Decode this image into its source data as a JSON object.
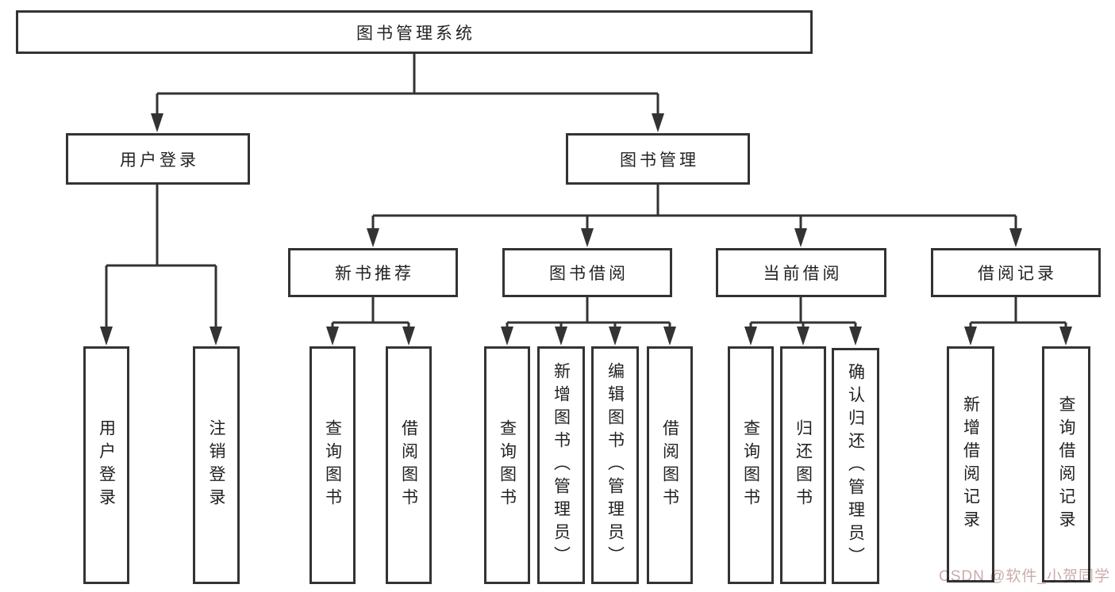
{
  "diagram": {
    "root": {
      "label": "图书管理系统"
    },
    "branches": [
      {
        "label": "用户登录",
        "children": [
          {
            "label": "用户登录"
          },
          {
            "label": "注销登录"
          }
        ]
      },
      {
        "label": "图书管理",
        "groups": [
          {
            "label": "新书推荐",
            "children": [
              {
                "label": "查询图书"
              },
              {
                "label": "借阅图书"
              }
            ]
          },
          {
            "label": "图书借阅",
            "children": [
              {
                "label": "查询图书"
              },
              {
                "label": "新增图书（管理员）"
              },
              {
                "label": "编辑图书（管理员）"
              },
              {
                "label": "借阅图书"
              }
            ]
          },
          {
            "label": "当前借阅",
            "children": [
              {
                "label": "查询图书"
              },
              {
                "label": "归还图书"
              },
              {
                "label": "确认归还（管理员）"
              }
            ]
          },
          {
            "label": "借阅记录",
            "children": [
              {
                "label": "新增借阅记录"
              },
              {
                "label": "查询借阅记录"
              }
            ]
          }
        ]
      }
    ]
  },
  "watermark": {
    "text": "CSDN @软件_小贺同学"
  },
  "colors": {
    "line": "#333333",
    "text": "#222222",
    "watermark": "#c9abab",
    "background": "#ffffff"
  }
}
